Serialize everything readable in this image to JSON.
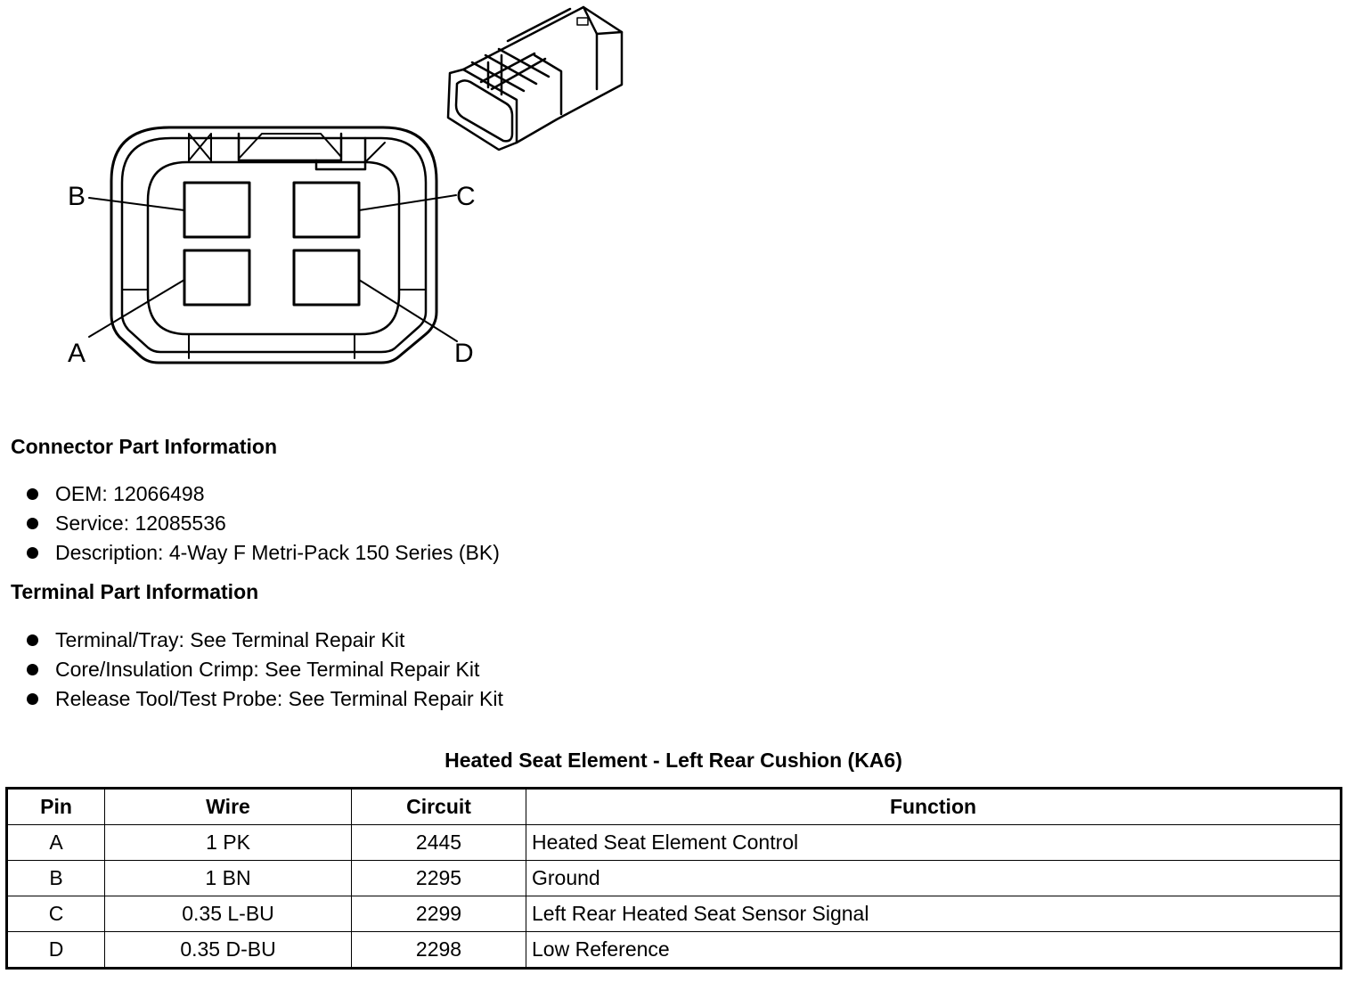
{
  "diagram": {
    "pin_labels": {
      "a": "A",
      "b": "B",
      "c": "C",
      "d": "D"
    }
  },
  "connector_info": {
    "heading": "Connector Part Information",
    "items": [
      "OEM: 12066498",
      "Service: 12085536",
      "Description: 4-Way F Metri-Pack 150 Series (BK)"
    ]
  },
  "terminal_info": {
    "heading": "Terminal Part Information",
    "items": [
      "Terminal/Tray: See Terminal Repair Kit",
      "Core/Insulation Crimp: See Terminal Repair Kit",
      "Release Tool/Test Probe: See Terminal Repair Kit"
    ]
  },
  "table": {
    "caption": "Heated Seat Element - Left Rear Cushion (KA6)",
    "headers": [
      "Pin",
      "Wire",
      "Circuit",
      "Function"
    ],
    "rows": [
      [
        "A",
        "1 PK",
        "2445",
        "Heated Seat Element Control"
      ],
      [
        "B",
        "1 BN",
        "2295",
        "Ground"
      ],
      [
        "C",
        "0.35 L-BU",
        "2299",
        "Left Rear Heated Seat Sensor Signal"
      ],
      [
        "D",
        "0.35 D-BU",
        "2298",
        "Low Reference"
      ]
    ]
  }
}
